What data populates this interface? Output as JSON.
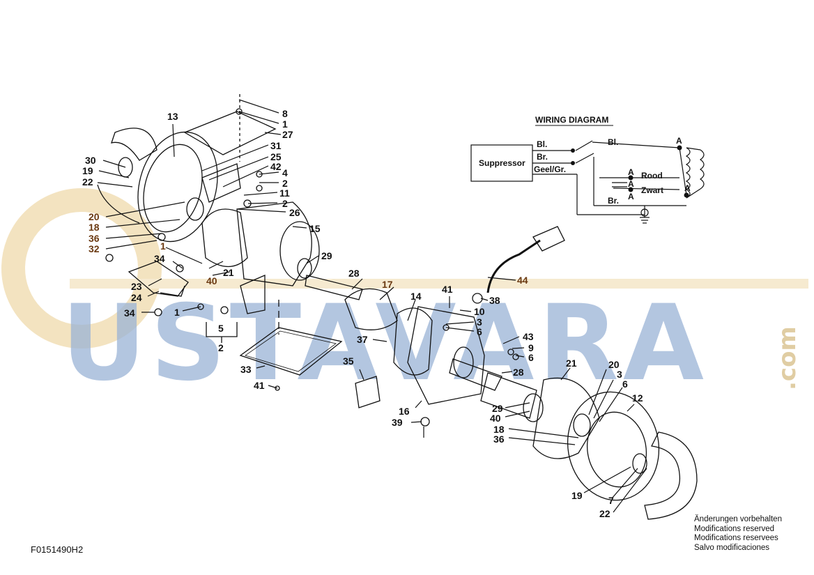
{
  "watermark": {
    "text": "USTAVARA",
    "domain_suffix": ".com",
    "color_main": "#9ab3d6",
    "color_logo": "#f1deb4"
  },
  "wiring_diagram": {
    "title": "WIRING DIAGRAM",
    "suppressor": "Suppressor",
    "terminals": [
      "Bl.",
      "Br.",
      "Geel/Gr.",
      "Bl.",
      "Rood",
      "Zwart",
      "Br."
    ],
    "node_labels": [
      "A",
      "A",
      "A",
      "A",
      "A"
    ]
  },
  "callouts": [
    {
      "id": "c8",
      "text": "8"
    },
    {
      "id": "c1a",
      "text": "1"
    },
    {
      "id": "c27",
      "text": "27"
    },
    {
      "id": "c13",
      "text": "13"
    },
    {
      "id": "c31",
      "text": "31"
    },
    {
      "id": "c25",
      "text": "25"
    },
    {
      "id": "c42",
      "text": "42"
    },
    {
      "id": "c4",
      "text": "4"
    },
    {
      "id": "c2a",
      "text": "2"
    },
    {
      "id": "c11",
      "text": "11"
    },
    {
      "id": "c2b",
      "text": "2"
    },
    {
      "id": "c26",
      "text": "26"
    },
    {
      "id": "c15",
      "text": "15"
    },
    {
      "id": "c30",
      "text": "30"
    },
    {
      "id": "c19a",
      "text": "19"
    },
    {
      "id": "c22a",
      "text": "22"
    },
    {
      "id": "c20a",
      "text": "20"
    },
    {
      "id": "c18a",
      "text": "18"
    },
    {
      "id": "c36a",
      "text": "36"
    },
    {
      "id": "c32",
      "text": "32"
    },
    {
      "id": "c1b",
      "text": "1"
    },
    {
      "id": "c34a",
      "text": "34"
    },
    {
      "id": "c21a",
      "text": "21"
    },
    {
      "id": "c40a",
      "text": "40"
    },
    {
      "id": "c29a",
      "text": "29"
    },
    {
      "id": "c28a",
      "text": "28"
    },
    {
      "id": "c17",
      "text": "17"
    },
    {
      "id": "c23",
      "text": "23"
    },
    {
      "id": "c24",
      "text": "24"
    },
    {
      "id": "c34b",
      "text": "34"
    },
    {
      "id": "c1c",
      "text": "1"
    },
    {
      "id": "c5",
      "text": "5"
    },
    {
      "id": "c2c",
      "text": "2"
    },
    {
      "id": "c14",
      "text": "14"
    },
    {
      "id": "c41a",
      "text": "41"
    },
    {
      "id": "c10",
      "text": "10"
    },
    {
      "id": "c3a",
      "text": "3"
    },
    {
      "id": "c6a",
      "text": "6"
    },
    {
      "id": "c38",
      "text": "38"
    },
    {
      "id": "c44",
      "text": "44"
    },
    {
      "id": "c37",
      "text": "37"
    },
    {
      "id": "c33",
      "text": "33"
    },
    {
      "id": "c41b",
      "text": "41"
    },
    {
      "id": "c35",
      "text": "35"
    },
    {
      "id": "c43",
      "text": "43"
    },
    {
      "id": "c9",
      "text": "9"
    },
    {
      "id": "c6b",
      "text": "6"
    },
    {
      "id": "c28b",
      "text": "28"
    },
    {
      "id": "c21b",
      "text": "21"
    },
    {
      "id": "c20b",
      "text": "20"
    },
    {
      "id": "c3b",
      "text": "3"
    },
    {
      "id": "c6c",
      "text": "6"
    },
    {
      "id": "c12",
      "text": "12"
    },
    {
      "id": "c16",
      "text": "16"
    },
    {
      "id": "c39",
      "text": "39"
    },
    {
      "id": "c29b",
      "text": "29"
    },
    {
      "id": "c40b",
      "text": "40"
    },
    {
      "id": "c18b",
      "text": "18"
    },
    {
      "id": "c36b",
      "text": "36"
    },
    {
      "id": "c19b",
      "text": "19"
    },
    {
      "id": "c7",
      "text": "7"
    },
    {
      "id": "c22b",
      "text": "22"
    }
  ],
  "notes": [
    "Änderungen vorbehalten",
    "Modifications reserved",
    "Modifications reservees",
    "Salvo modificaciones"
  ],
  "drawing_code": "F0151490H2"
}
